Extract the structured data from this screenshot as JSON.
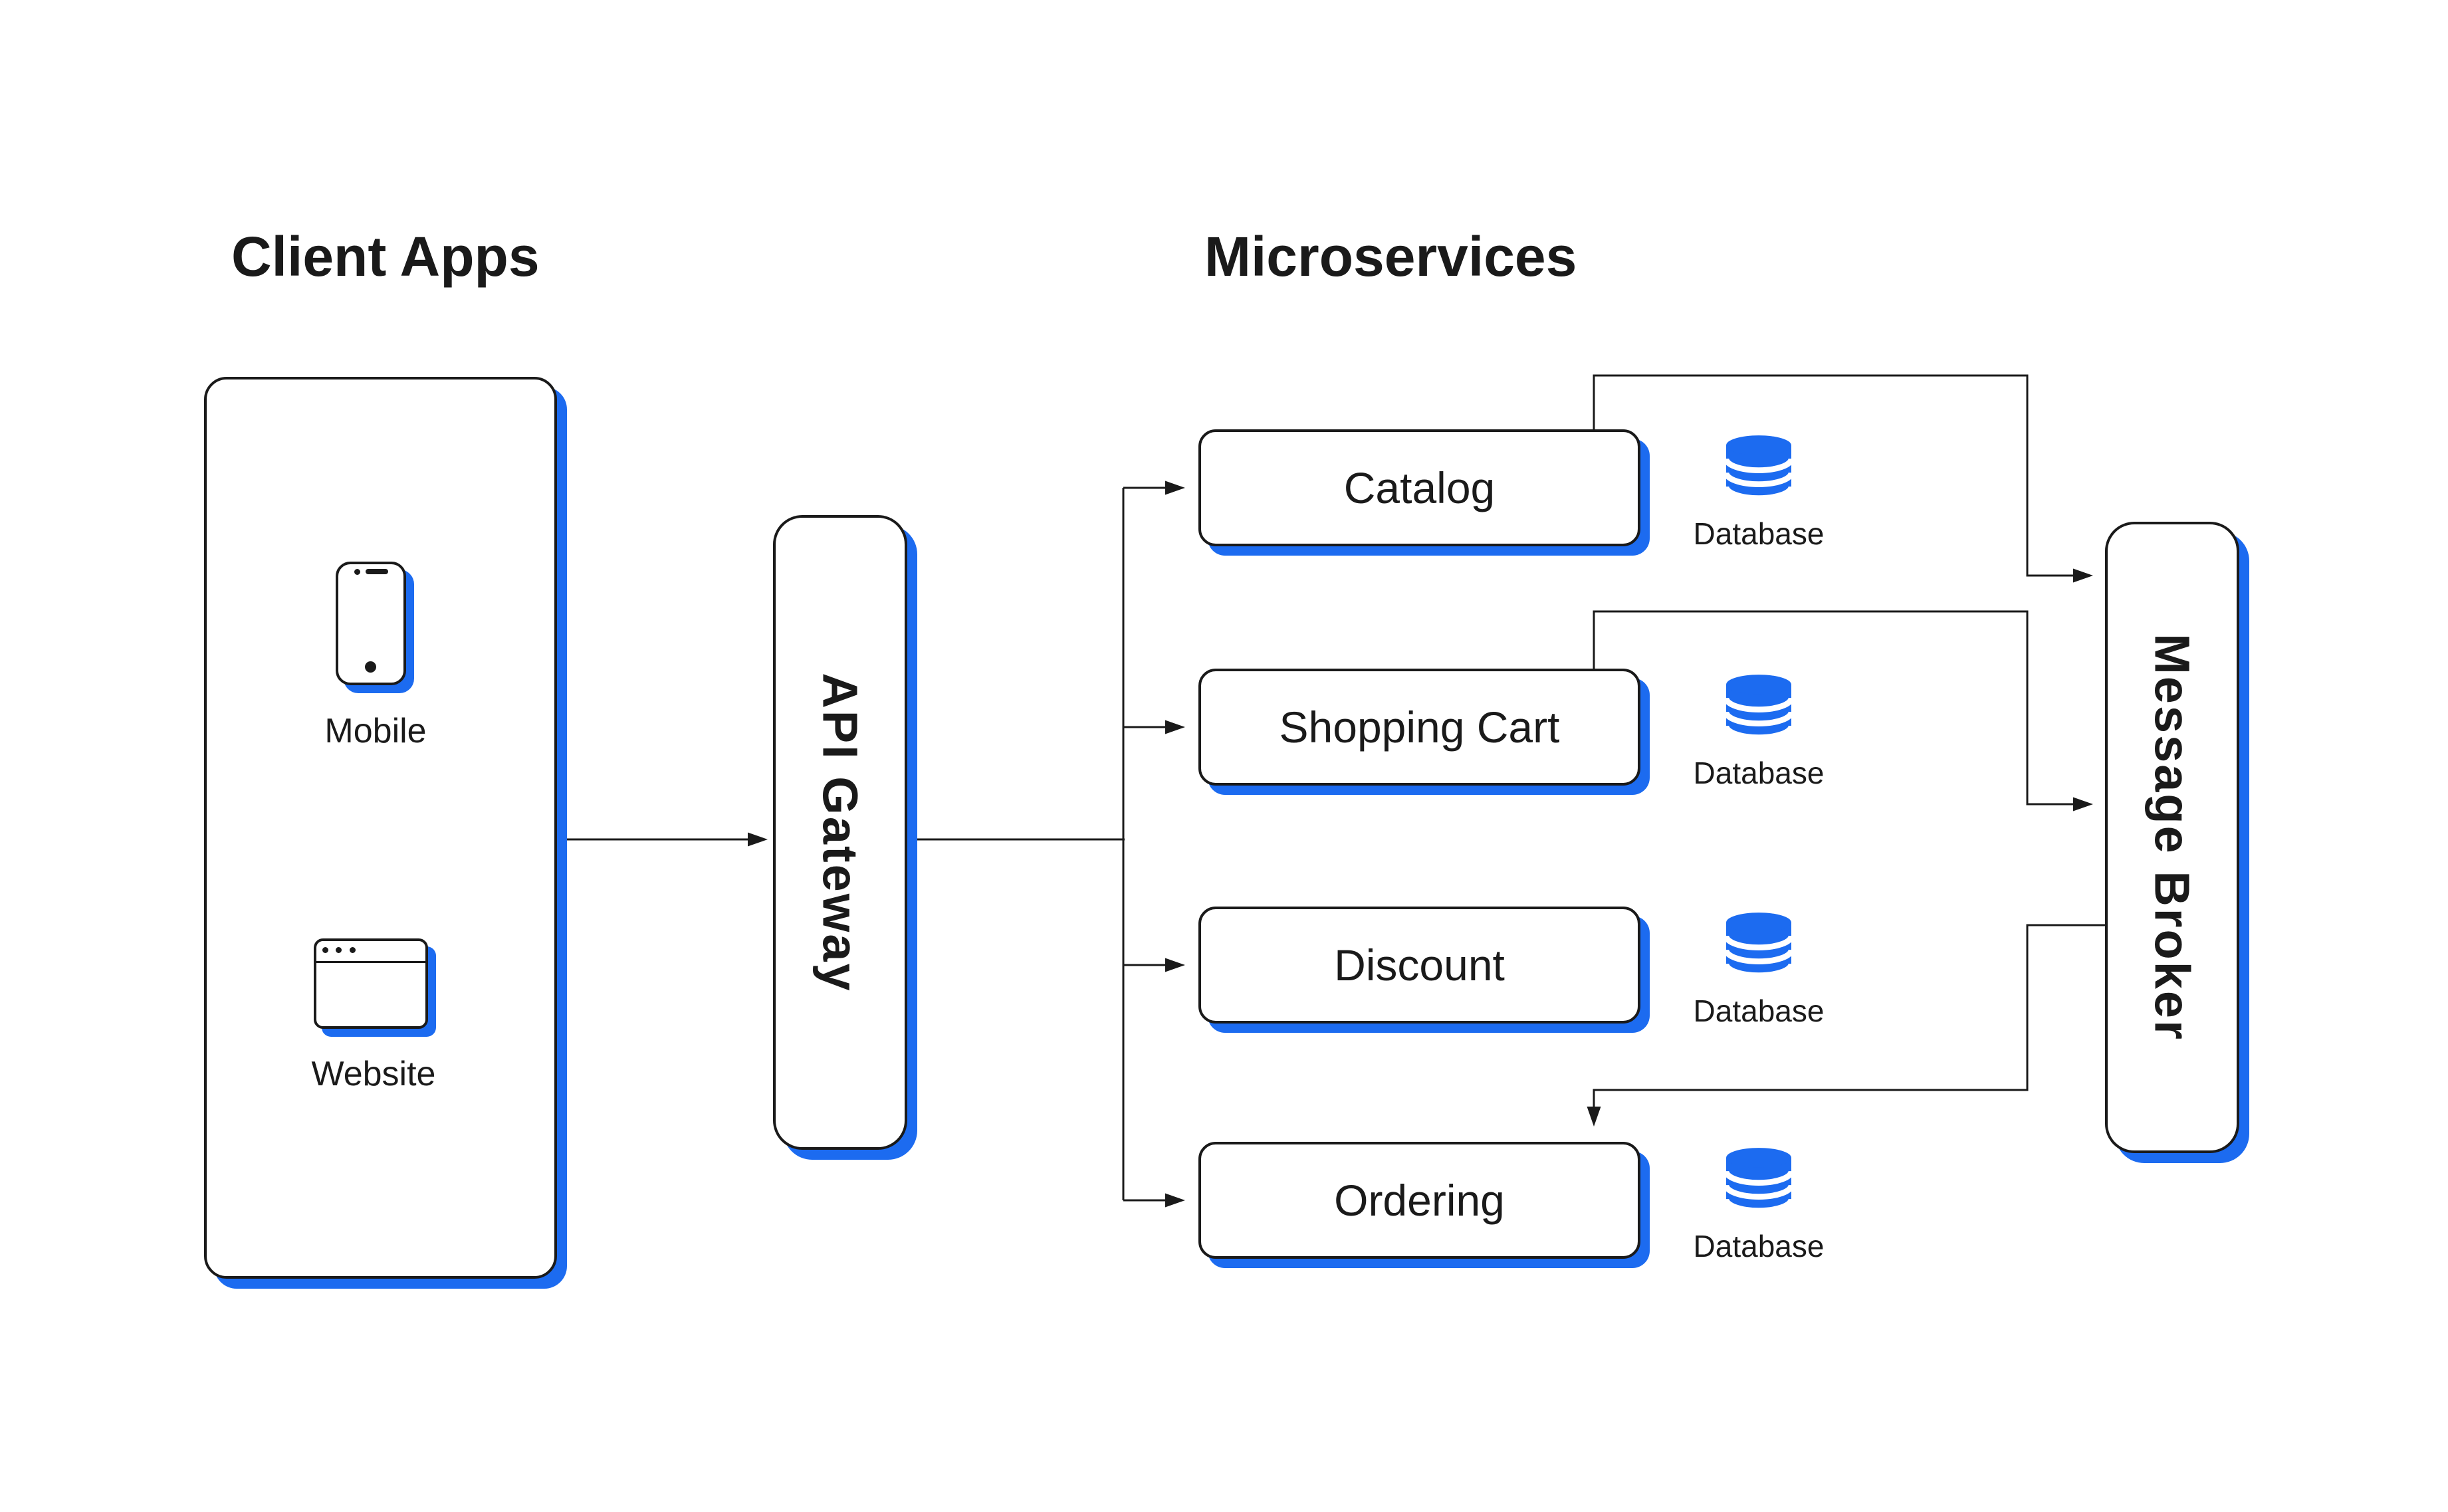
{
  "theme": {
    "accent": "#1c6bf0",
    "ink": "#1a1a1a",
    "canvas": "#ffffff"
  },
  "titles": {
    "clients": "Client Apps",
    "services": "Microservices"
  },
  "client_apps": {
    "mobile": {
      "label": "Mobile",
      "icon": "smartphone-icon"
    },
    "website": {
      "label": "Website",
      "icon": "browser-window-icon"
    }
  },
  "api_gateway": {
    "label": "API Gateway"
  },
  "message_broker": {
    "label": "Message Broker"
  },
  "services": [
    {
      "name": "Catalog",
      "database_label": "Database",
      "icon": "database-icon"
    },
    {
      "name": "Shopping Cart",
      "database_label": "Database",
      "icon": "database-icon"
    },
    {
      "name": "Discount",
      "database_label": "Database",
      "icon": "database-icon"
    },
    {
      "name": "Ordering",
      "database_label": "Database",
      "icon": "database-icon"
    }
  ],
  "connections": [
    {
      "from": "Client Apps",
      "to": "API Gateway"
    },
    {
      "from": "API Gateway",
      "to": "Catalog"
    },
    {
      "from": "API Gateway",
      "to": "Shopping Cart"
    },
    {
      "from": "API Gateway",
      "to": "Discount"
    },
    {
      "from": "API Gateway",
      "to": "Ordering"
    },
    {
      "from": "Catalog",
      "to": "Message Broker"
    },
    {
      "from": "Shopping Cart",
      "to": "Message Broker"
    },
    {
      "from": "Message Broker",
      "to": "Ordering"
    }
  ]
}
